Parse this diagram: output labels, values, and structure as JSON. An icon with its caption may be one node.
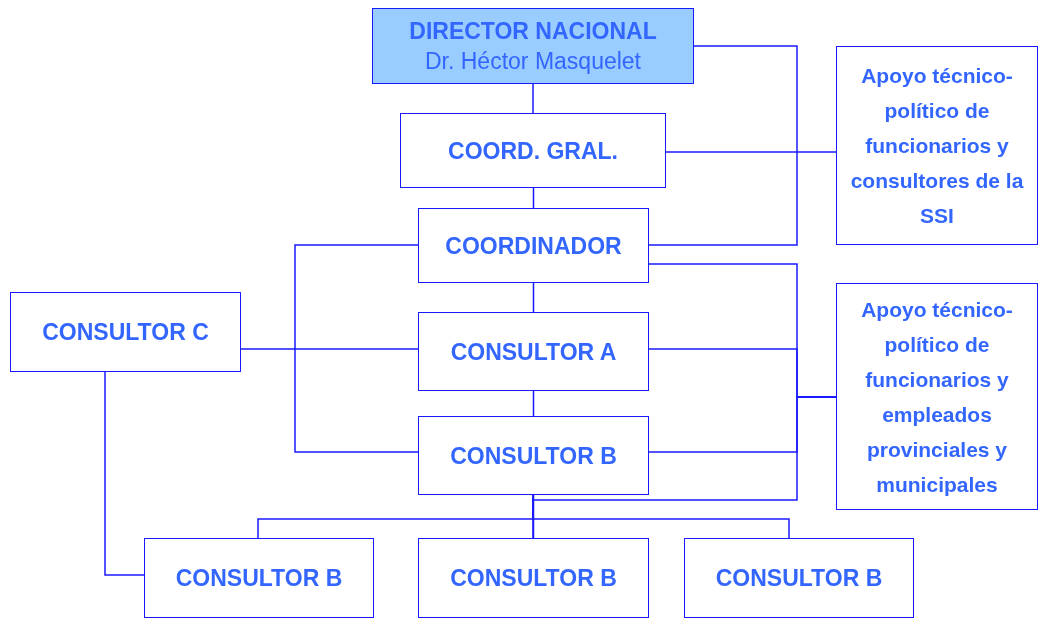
{
  "diagram": {
    "nodes": [
      {
        "text": [
          "DIRECTOR NACIONAL",
          "Dr. Héctor Masquelet"
        ]
      },
      {
        "text": [
          "COORD. GRAL."
        ]
      },
      {
        "text": [
          "COORDINADOR"
        ]
      },
      {
        "text": [
          "Apoyo técnico-político de funcionarios y consultores de la SSI"
        ]
      },
      {
        "text": [
          "CONSULTOR C"
        ]
      },
      {
        "text": [
          "CONSULTOR A"
        ]
      },
      {
        "text": [
          "CONSULTOR B"
        ]
      },
      {
        "text": [
          "Apoyo técnico-político de funcionarios y empleados provinciales y municipales"
        ]
      },
      {
        "text": [
          "CONSULTOR B"
        ]
      },
      {
        "text": [
          "CONSULTOR B"
        ]
      },
      {
        "text": [
          "CONSULTOR B"
        ]
      }
    ],
    "edges": [
      {
        "from": 0,
        "to": 1,
        "arrow": "none"
      },
      {
        "from": 1,
        "to": 2,
        "arrow": "none"
      },
      {
        "from": 2,
        "to": 5,
        "arrow": "none"
      },
      {
        "from": 5,
        "to": 6,
        "arrow": "none"
      },
      {
        "from": 0,
        "to": 2,
        "arrow": "none"
      },
      {
        "from": 1,
        "to": 3,
        "arrow": "none"
      },
      {
        "from": 2,
        "to": 7,
        "arrow": "none"
      },
      {
        "from": 5,
        "to": 7,
        "arrow": "none"
      },
      {
        "from": 6,
        "to": 7,
        "arrow": "none"
      },
      {
        "from": 9,
        "to": 7,
        "arrow": "none"
      },
      {
        "from": 2,
        "to": 6,
        "arrow": "none"
      },
      {
        "from": 4,
        "to": 5,
        "arrow": "none"
      },
      {
        "from": 4,
        "to": 8,
        "arrow": "none"
      },
      {
        "from": 6,
        "to": 8,
        "arrow": "none"
      },
      {
        "from": 6,
        "to": 9,
        "arrow": "none"
      },
      {
        "from": 6,
        "to": 10,
        "arrow": "none"
      }
    ]
  }
}
